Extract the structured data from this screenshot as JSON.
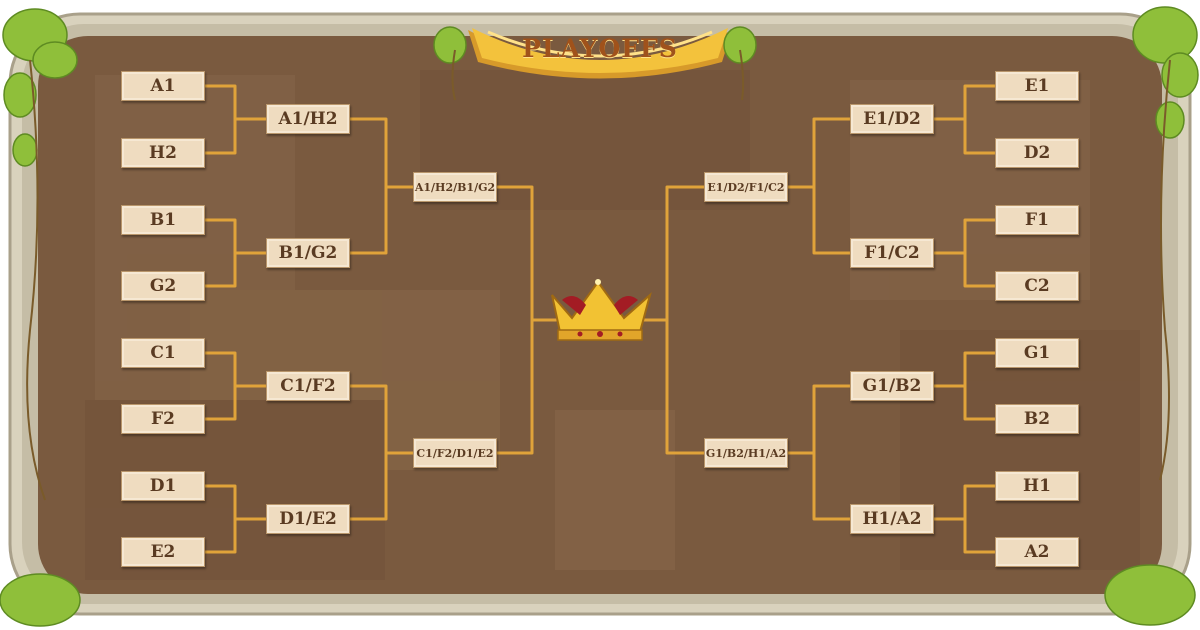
{
  "banner": {
    "title": "PLAYOFFS"
  },
  "colors": {
    "line": "#e0a33a",
    "board": "#7a5a3f",
    "slot_bg": "#efdcc0",
    "slot_text": "#5a3b22",
    "banner_gold": "#f3c23c",
    "banner_text": "#a0521b"
  },
  "left": {
    "round1": [
      "A1",
      "H2",
      "B1",
      "G2",
      "C1",
      "F2",
      "D1",
      "E2"
    ],
    "round2": [
      "A1/H2",
      "B1/G2",
      "C1/F2",
      "D1/E2"
    ],
    "round3": [
      "A1/H2/B1/G2",
      "C1/F2/D1/E2"
    ]
  },
  "right": {
    "round1": [
      "E1",
      "D2",
      "F1",
      "C2",
      "G1",
      "B2",
      "H1",
      "A2"
    ],
    "round2": [
      "E1/D2",
      "F1/C2",
      "G1/B2",
      "H1/A2"
    ],
    "round3": [
      "E1/D2/F1/C2",
      "G1/B2/H1/A2"
    ]
  },
  "final": {
    "icon": "crown-icon"
  }
}
